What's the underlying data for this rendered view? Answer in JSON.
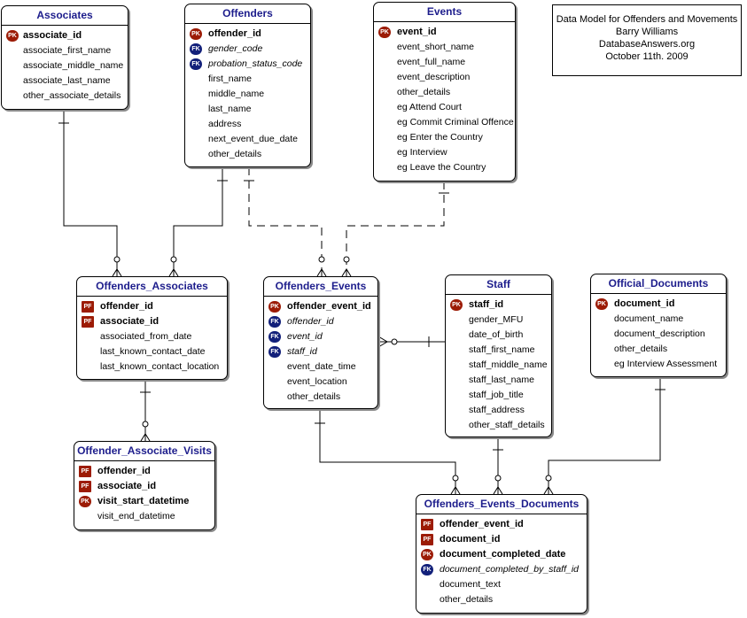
{
  "note": {
    "lines": [
      "Data Model for Offenders and Movements",
      "Barry Williams",
      "DatabaseAnswers.org",
      "October 11th. 2009"
    ]
  },
  "entities": {
    "associates": {
      "title": "Associates",
      "fields": [
        {
          "name": "associate_id",
          "key": "PK"
        },
        {
          "name": "associate_first_name"
        },
        {
          "name": "associate_middle_name"
        },
        {
          "name": "associate_last_name"
        },
        {
          "name": "other_associate_details"
        }
      ]
    },
    "offenders": {
      "title": "Offenders",
      "fields": [
        {
          "name": "offender_id",
          "key": "PK"
        },
        {
          "name": "gender_code",
          "key": "FK"
        },
        {
          "name": "probation_status_code",
          "key": "FK"
        },
        {
          "name": "first_name"
        },
        {
          "name": "middle_name"
        },
        {
          "name": "last_name"
        },
        {
          "name": "address"
        },
        {
          "name": "next_event_due_date"
        },
        {
          "name": "other_details"
        }
      ]
    },
    "events": {
      "title": "Events",
      "fields": [
        {
          "name": "event_id",
          "key": "PK"
        },
        {
          "name": "event_short_name"
        },
        {
          "name": "event_full_name"
        },
        {
          "name": "event_description"
        },
        {
          "name": "other_details"
        },
        {
          "name": "eg Attend Court"
        },
        {
          "name": "eg Commit Criminal Offence"
        },
        {
          "name": "eg Enter the Country"
        },
        {
          "name": "eg Interview"
        },
        {
          "name": "eg Leave the Country"
        }
      ]
    },
    "offenders_associates": {
      "title": "Offenders_Associates",
      "fields": [
        {
          "name": "offender_id",
          "key": "PF"
        },
        {
          "name": "associate_id",
          "key": "PF"
        },
        {
          "name": "associated_from_date"
        },
        {
          "name": "last_known_contact_date"
        },
        {
          "name": "last_known_contact_location"
        }
      ]
    },
    "offenders_events": {
      "title": "Offenders_Events",
      "fields": [
        {
          "name": "offender_event_id",
          "key": "PK"
        },
        {
          "name": "offender_id",
          "key": "FK"
        },
        {
          "name": "event_id",
          "key": "FK"
        },
        {
          "name": "staff_id",
          "key": "FK"
        },
        {
          "name": "event_date_time"
        },
        {
          "name": "event_location"
        },
        {
          "name": "other_details"
        }
      ]
    },
    "staff": {
      "title": "Staff",
      "fields": [
        {
          "name": "staff_id",
          "key": "PK"
        },
        {
          "name": "gender_MFU"
        },
        {
          "name": "date_of_birth"
        },
        {
          "name": "staff_first_name"
        },
        {
          "name": "staff_middle_name"
        },
        {
          "name": "staff_last_name"
        },
        {
          "name": "staff_job_title"
        },
        {
          "name": "staff_address"
        },
        {
          "name": "other_staff_details"
        }
      ]
    },
    "official_documents": {
      "title": "Official_Documents",
      "fields": [
        {
          "name": "document_id",
          "key": "PK"
        },
        {
          "name": "document_name"
        },
        {
          "name": "document_description"
        },
        {
          "name": "other_details"
        },
        {
          "name": "eg Interview Assessment"
        }
      ]
    },
    "offender_associate_visits": {
      "title": "Offender_Associate_Visits",
      "fields": [
        {
          "name": "offender_id",
          "key": "PF"
        },
        {
          "name": "associate_id",
          "key": "PF"
        },
        {
          "name": "visit_start_datetime",
          "key": "PK"
        },
        {
          "name": "visit_end_datetime"
        }
      ]
    },
    "offenders_events_documents": {
      "title": "Offenders_Events_Documents",
      "fields": [
        {
          "name": "offender_event_id",
          "key": "PF"
        },
        {
          "name": "document_id",
          "key": "PF"
        },
        {
          "name": "document_completed_date",
          "key": "PK"
        },
        {
          "name": "document_completed_by_staff_id",
          "key": "FK"
        },
        {
          "name": "document_text"
        },
        {
          "name": "other_details"
        }
      ]
    }
  },
  "relationships": [
    {
      "from": "associates",
      "to": "offenders_associates",
      "identifying": true
    },
    {
      "from": "offenders",
      "to": "offenders_associates",
      "identifying": true
    },
    {
      "from": "offenders",
      "to": "offenders_events",
      "identifying": false
    },
    {
      "from": "events",
      "to": "offenders_events",
      "identifying": false
    },
    {
      "from": "staff",
      "to": "offenders_events",
      "identifying": true
    },
    {
      "from": "offenders_associates",
      "to": "offender_associate_visits",
      "identifying": true
    },
    {
      "from": "offenders_events",
      "to": "offenders_events_documents",
      "identifying": true
    },
    {
      "from": "staff",
      "to": "offenders_events_documents",
      "identifying": true
    },
    {
      "from": "official_documents",
      "to": "offenders_events_documents",
      "identifying": true
    }
  ]
}
